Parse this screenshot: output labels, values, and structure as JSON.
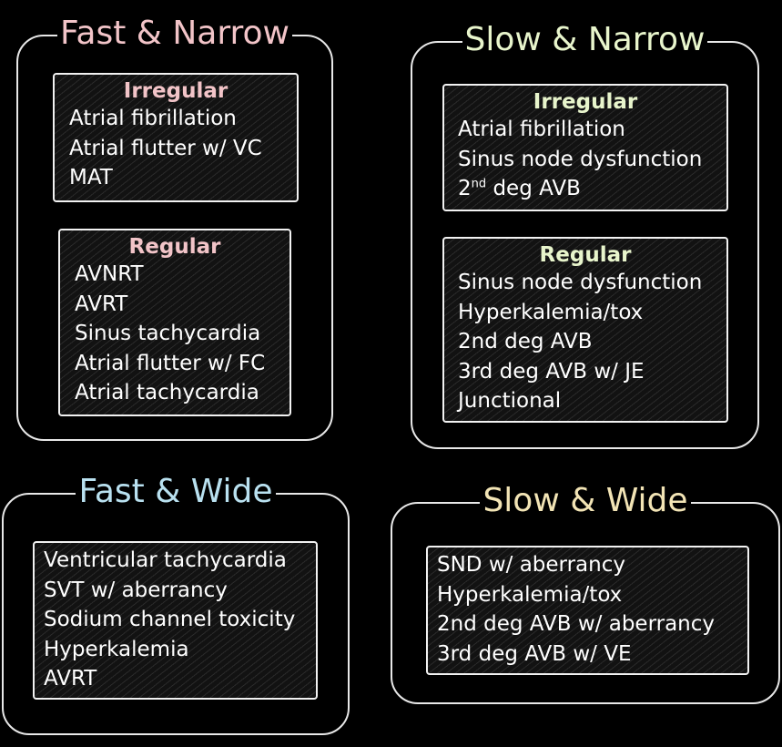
{
  "colors": {
    "background": "#000000",
    "fast_narrow": "#f2c4c8",
    "slow_narrow": "#e8f5cc",
    "fast_wide": "#b9e1f0",
    "slow_wide": "#f2e4b5",
    "border": "#e8e8e8"
  },
  "fast_narrow": {
    "title": "Fast & Narrow",
    "irregular": {
      "heading": "Irregular",
      "items": [
        "Atrial fibrillation",
        "Atrial flutter w/ VC",
        "MAT"
      ]
    },
    "regular": {
      "heading": "Regular",
      "items": [
        "AVNRT",
        "AVRT",
        "Sinus tachycardia",
        "Atrial flutter w/ FC",
        "Atrial tachycardia"
      ]
    }
  },
  "slow_narrow": {
    "title": "Slow & Narrow",
    "irregular": {
      "heading": "Irregular",
      "items": [
        "Atrial fibrillation",
        "Sinus node dysfunction"
      ],
      "avb_prefix": "2",
      "avb_sup": "nd",
      "avb_suffix": " deg AVB"
    },
    "regular": {
      "heading": "Regular",
      "items": [
        "Sinus node dysfunction",
        "Hyperkalemia/tox",
        "2nd deg AVB",
        "3rd deg AVB w/ JE",
        "Junctional"
      ]
    }
  },
  "fast_wide": {
    "title": "Fast & Wide",
    "items": [
      "Ventricular tachycardia",
      "SVT w/ aberrancy",
      "Sodium channel toxicity",
      "Hyperkalemia",
      "AVRT"
    ]
  },
  "slow_wide": {
    "title": "Slow & Wide",
    "items": [
      "SND w/ aberrancy",
      "Hyperkalemia/tox",
      "2nd deg AVB w/ aberrancy",
      "3rd deg AVB w/ VE"
    ]
  }
}
